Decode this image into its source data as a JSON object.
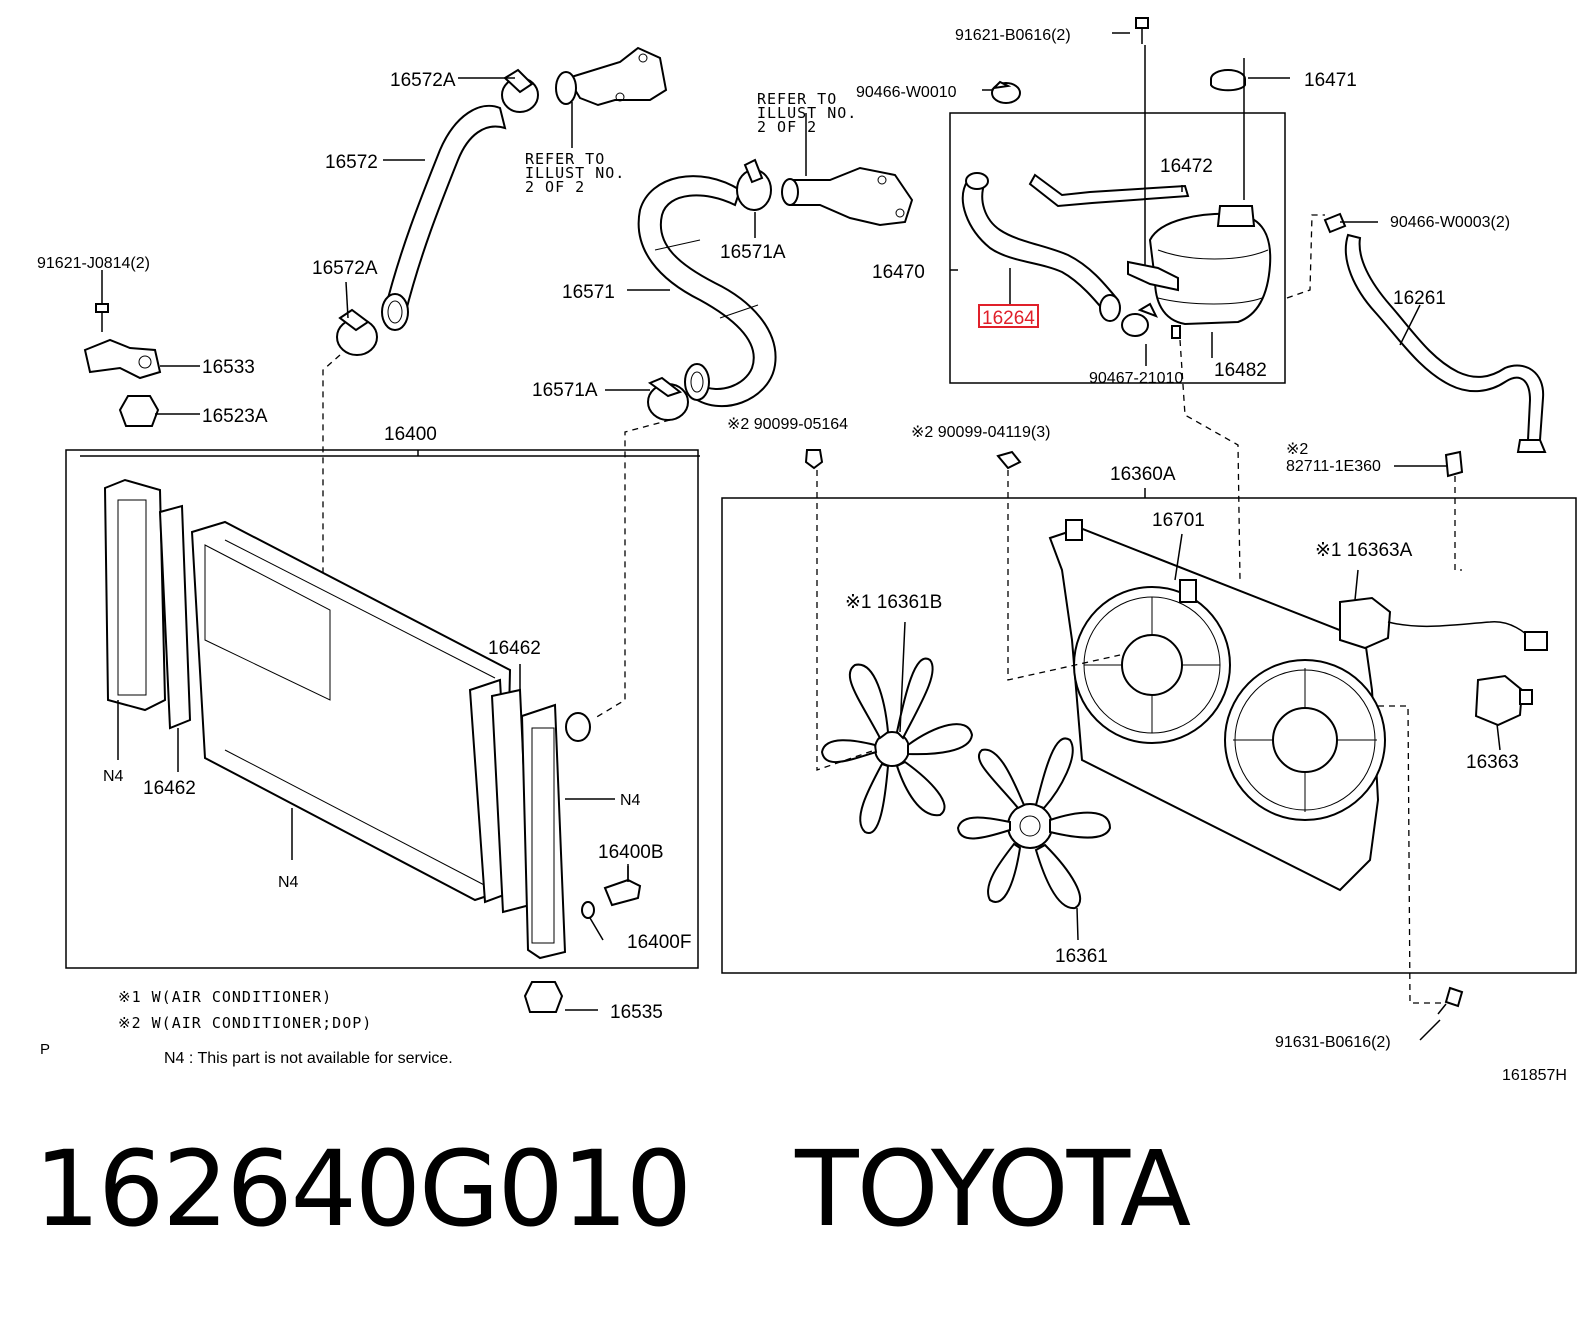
{
  "labels": {
    "p16572A_top": "16572A",
    "p16572": "16572",
    "refer1_l1": "REFER TO",
    "refer1_l2": "ILLUST NO.",
    "refer1_l3": "2 OF 2",
    "refer2_l1": "REFER TO",
    "refer2_l2": "ILLUST NO.",
    "refer2_l3": "2 OF 2",
    "p91621J": "91621-J0814(2)",
    "p16572A_mid": "16572A",
    "p16533": "16533",
    "p16523A": "16523A",
    "p16571A_top": "16571A",
    "p16571": "16571",
    "p16571A_bot": "16571A",
    "p16400": "16400",
    "p16462_r": "16462",
    "p16462_l": "16462",
    "n4_a": "N4",
    "n4_b": "N4",
    "n4_c": "N4",
    "p16400B": "16400B",
    "p16400F": "16400F",
    "p16535": "16535",
    "p91621B": "91621-B0616(2)",
    "p90466W0010": "90466-W0010",
    "p16471": "16471",
    "p16472": "16472",
    "p16470": "16470",
    "p16264": "16264",
    "p90467": "90467-21010",
    "p16482": "16482",
    "p90466W0003": "90466-W0003(2)",
    "p16261": "16261",
    "p90099_05164": "※2  90099-05164",
    "p90099_04119": "※2  90099-04119(3)",
    "p82711_mark": "※2",
    "p82711": "82711-1E360",
    "p16360A": "16360A",
    "p16701": "16701",
    "p16363A": "※1 16363A",
    "p16361B": "※1 16361B",
    "p16363": "16363",
    "p16361": "16361",
    "p91631B": "91631-B0616(2)",
    "note1": "※1  W(AIR CONDITIONER)",
    "note2": "※2  W(AIR CONDITIONER;DOP)",
    "noteN4": "N4 : This part is not available for service.",
    "pmark": "P",
    "ref_code": "161857H"
  },
  "highlight": {
    "part": "16264",
    "color": "#e0202a"
  },
  "caption": {
    "part_number": "162640G010",
    "brand": "TOYOTA"
  }
}
